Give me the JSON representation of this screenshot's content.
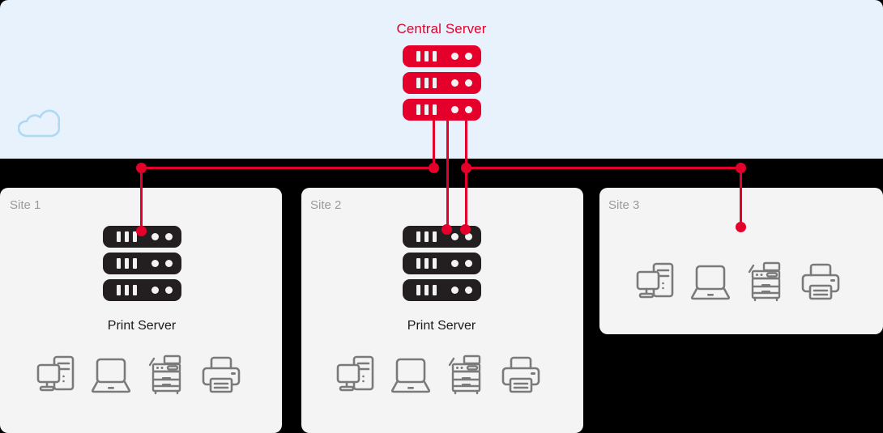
{
  "diagram": {
    "title": "Central Server",
    "cloud_icon": "cloud-icon",
    "accent_color": "#E4002B",
    "cloud_band_color": "#E7F2FC",
    "panel_color": "#F4F4F4",
    "server_dark_color": "#231F20",
    "label_color": "#9A9A9A"
  },
  "central": {
    "label": "Central Server",
    "units": 3,
    "color": "#E4002B"
  },
  "sites": [
    {
      "label": "Site 1",
      "print_server_label": "Print Server",
      "has_print_server": true,
      "devices": [
        "desktop-computer-icon",
        "laptop-icon",
        "copier-icon",
        "printer-icon"
      ]
    },
    {
      "label": "Site 2",
      "print_server_label": "Print Server",
      "has_print_server": true,
      "devices": [
        "desktop-computer-icon",
        "laptop-icon",
        "copier-icon",
        "printer-icon"
      ]
    },
    {
      "label": "Site 3",
      "print_server_label": "",
      "has_print_server": false,
      "devices": [
        "desktop-computer-icon",
        "laptop-icon",
        "copier-icon",
        "printer-icon"
      ]
    }
  ],
  "links": {
    "bus_color": "#E4002B",
    "junctions": 5
  }
}
